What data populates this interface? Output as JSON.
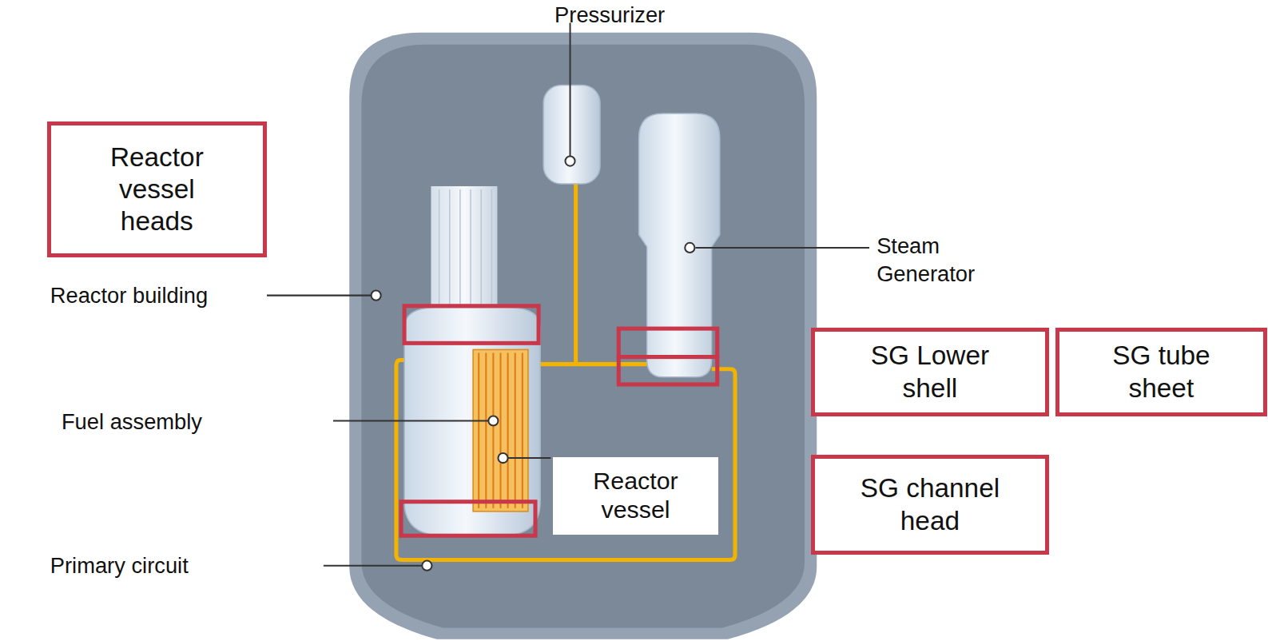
{
  "diagram": {
    "nodes": [
      {
        "text": [
          "Reactor vessel heads"
        ]
      },
      {
        "text": [
          "SG Lower shell"
        ]
      },
      {
        "text": [
          "SG tube sheet"
        ]
      },
      {
        "text": [
          "SG channel head"
        ]
      },
      {
        "text": [
          "Reactor vessel"
        ]
      }
    ],
    "labels": [
      "Pressurizer",
      "Reactor building",
      "Steam Generator",
      "Fuel assembly",
      "Primary circuit"
    ]
  }
}
